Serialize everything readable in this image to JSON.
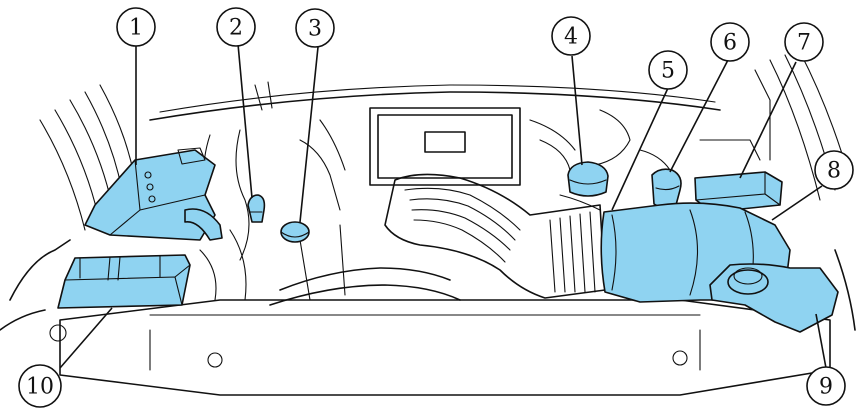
{
  "colors": {
    "highlight": "#8fd3f1",
    "line": "#111111",
    "background": "#ffffff"
  },
  "callouts": [
    {
      "number": "1"
    },
    {
      "number": "2"
    },
    {
      "number": "3"
    },
    {
      "number": "4"
    },
    {
      "number": "5"
    },
    {
      "number": "6"
    },
    {
      "number": "7"
    },
    {
      "number": "8"
    },
    {
      "number": "9"
    },
    {
      "number": "10"
    }
  ]
}
